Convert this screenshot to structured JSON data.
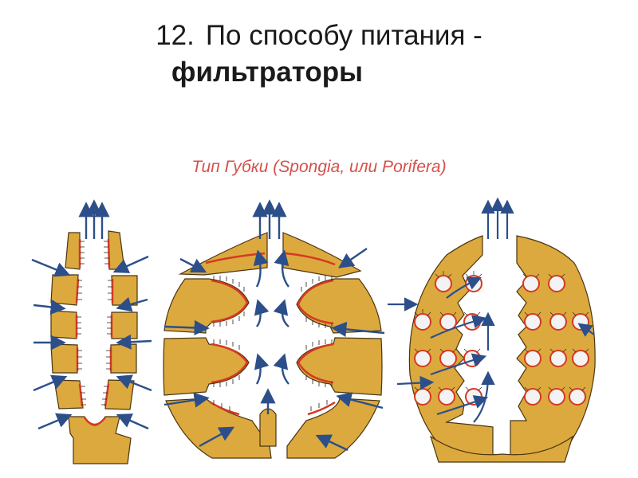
{
  "slide": {
    "number": "12.",
    "title_line1": "По способу питания -",
    "title_line2": "фильтраторы"
  },
  "figure": {
    "caption": "Тип Губки (Spongia, или Porifera)"
  },
  "colors": {
    "body_fill": "#dca93e",
    "body_stroke": "#4a3410",
    "choanocyte_red": "#d43a22",
    "arrow_blue": "#2c4f8a"
  }
}
